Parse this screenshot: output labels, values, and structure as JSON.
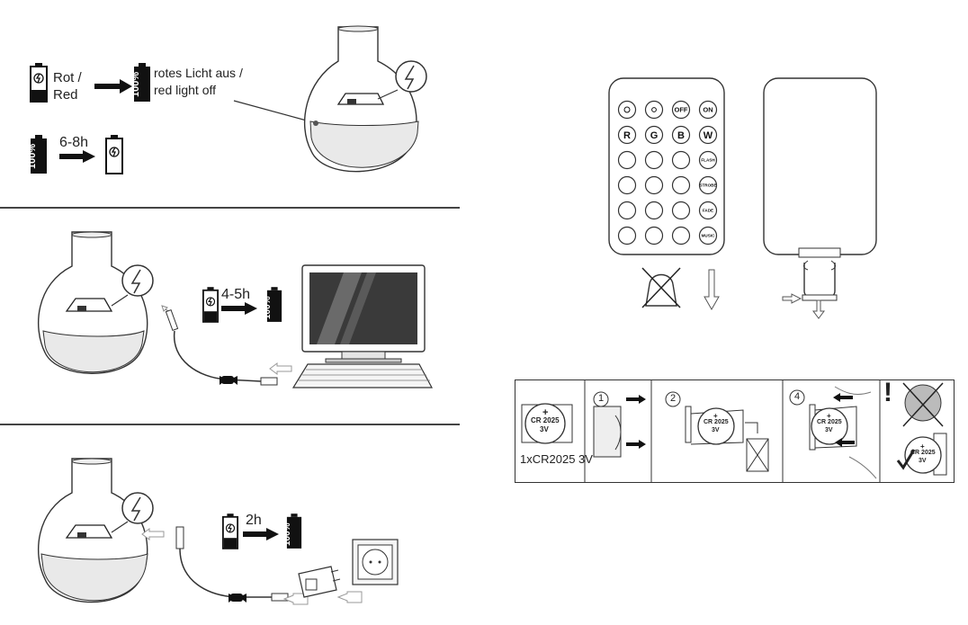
{
  "section1": {
    "red_label": "Rot /",
    "red_label_2": "Red",
    "off_label": "rotes Licht aus /",
    "off_label_2": "red light off",
    "duration": "6-8h",
    "full_label": "100%",
    "full_label_2": "100%"
  },
  "section2": {
    "duration": "4-5h",
    "full_label": "100%"
  },
  "section3": {
    "duration": "2h",
    "full_label": "100%"
  },
  "remote": {
    "row1": [
      "OFF",
      "ON"
    ],
    "row2": [
      "R",
      "G",
      "B",
      "W"
    ],
    "side_labels": [
      "FLASH",
      "STROBE",
      "FADE",
      "MUSIC"
    ]
  },
  "battery_strip": {
    "cell_plus": "+",
    "cell_model": "CR 2025",
    "cell_voltage": "3V",
    "battery_label": "1xCR2025 3V",
    "step1": "1",
    "step2": "2",
    "step4": "4",
    "warn": "!"
  },
  "colors": {
    "ink": "#1a1a1a",
    "fill": "#111111",
    "gray": "#888888"
  }
}
